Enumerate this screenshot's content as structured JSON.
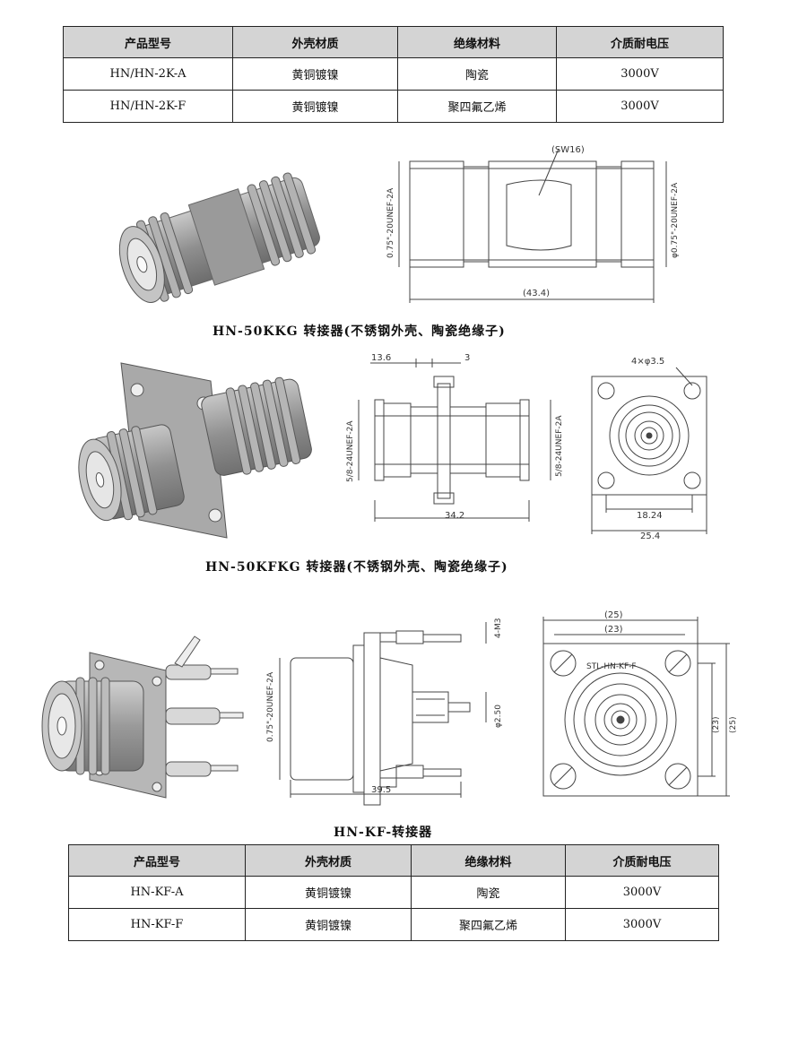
{
  "table_top": {
    "headers": [
      "产品型号",
      "外壳材质",
      "绝缘材料",
      "介质耐电压"
    ],
    "rows": [
      [
        "HN/HN-2K-A",
        "黄铜镀镍",
        "陶瓷",
        "3000V"
      ],
      [
        "HN/HN-2K-F",
        "黄铜镀镍",
        "聚四氟乙烯",
        "3000V"
      ]
    ]
  },
  "figure1": {
    "caption": "HN-50KKG 转接器(不锈钢外壳、陶瓷绝缘子)",
    "dims": {
      "hex": "(SW16)",
      "left_thread": "0.75\"-20UNEF-2A",
      "right_thread": "φ0.75\"-20UNEF-2A",
      "length": "(43.4)"
    }
  },
  "figure2": {
    "caption": "HN-50KFKG 转接器(不锈钢外壳、陶瓷绝缘子)",
    "dims": {
      "a": "13.6",
      "b": "3",
      "left_thread": "5/8-24UNEF-2A",
      "right_thread": "5/8-24UNEF-2A",
      "length": "34.2",
      "holes": "4×φ3.5",
      "pitch": "18.24",
      "width": "25.4"
    }
  },
  "figure3": {
    "caption": "HN-KF-转接器",
    "dims": {
      "thread": "0.75\"-20UNEF-2A",
      "screw": "4-M3",
      "dia": "φ2.50",
      "length": "39.5",
      "top_outer": "(25)",
      "top_inner": "(23)",
      "side_inner": "(23)",
      "side_outer": "(25)",
      "plate_text": "STL-HN-KF-F"
    }
  },
  "table_bottom": {
    "headers": [
      "产品型号",
      "外壳材质",
      "绝缘材料",
      "介质耐电压"
    ],
    "rows": [
      [
        "HN-KF-A",
        "黄铜镀镍",
        "陶瓷",
        "3000V"
      ],
      [
        "HN-KF-F",
        "黄铜镀镍",
        "聚四氟乙烯",
        "3000V"
      ]
    ]
  }
}
